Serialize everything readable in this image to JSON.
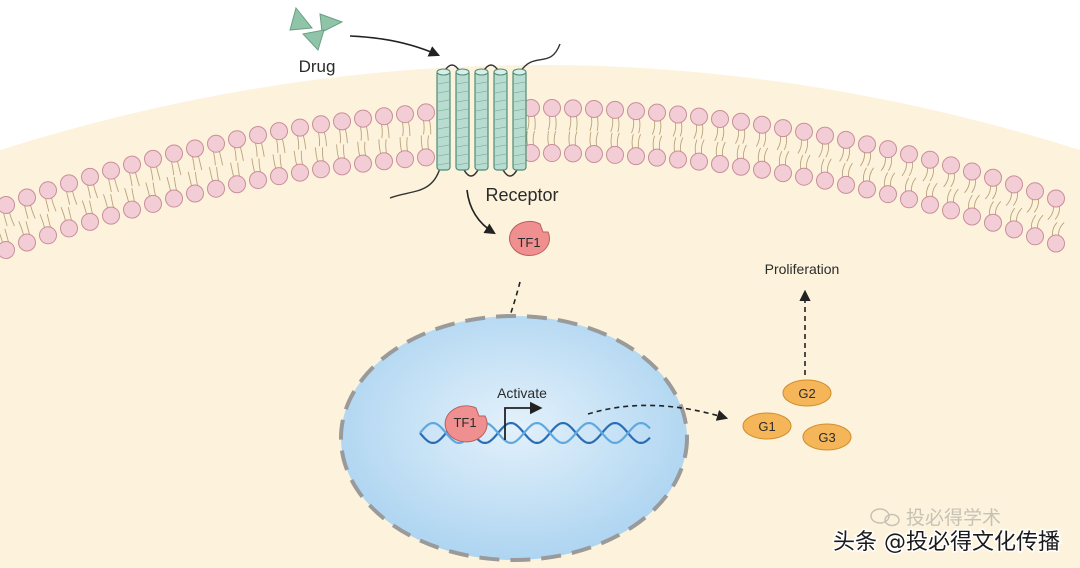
{
  "labels": {
    "drug": "Drug",
    "receptor": "Receptor",
    "tf1_cytoplasm": "TF1",
    "tf1_nucleus": "TF1",
    "activate": "Activate",
    "proliferation": "Proliferation",
    "gene_g1": "G1",
    "gene_g2": "G2",
    "gene_g3": "G3"
  },
  "watermark": {
    "faint": "投必得学术",
    "main": "头条 @投必得文化传播"
  },
  "colors": {
    "cytoplasm": "#fdf3dc",
    "phospholipid_head": "#f3cdd5",
    "phospholipid_edge": "#c98e9a",
    "receptor": "#b8ddd0",
    "receptor_edge": "#4e8a76",
    "nucleus": "#c9e3f7",
    "tf1": "#f08f8f",
    "gene": "#f5b65a",
    "dna_1": "#2a6db5",
    "dna_2": "#5fa8df",
    "drug": "#8fc4a8"
  }
}
